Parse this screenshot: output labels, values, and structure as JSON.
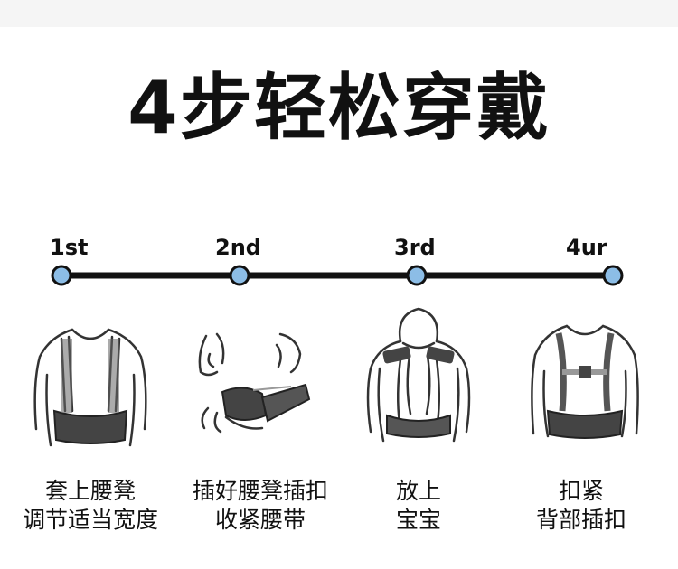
{
  "title": "4步轻松穿戴",
  "colors": {
    "line": "#111111",
    "dot_fill": "#8cbde6",
    "figure_stroke": "#333333",
    "belt": "#444444"
  },
  "steps": [
    {
      "label": "1st",
      "caption_line1": "套上腰凳",
      "caption_line2": "调节适当宽度"
    },
    {
      "label": "2nd",
      "caption_line1": "插好腰凳插扣",
      "caption_line2": "收紧腰带"
    },
    {
      "label": "3rd",
      "caption_line1": "放上",
      "caption_line2": "宝宝"
    },
    {
      "label": "4ur",
      "caption_line1": "扣紧",
      "caption_line2": "背部插扣"
    }
  ]
}
